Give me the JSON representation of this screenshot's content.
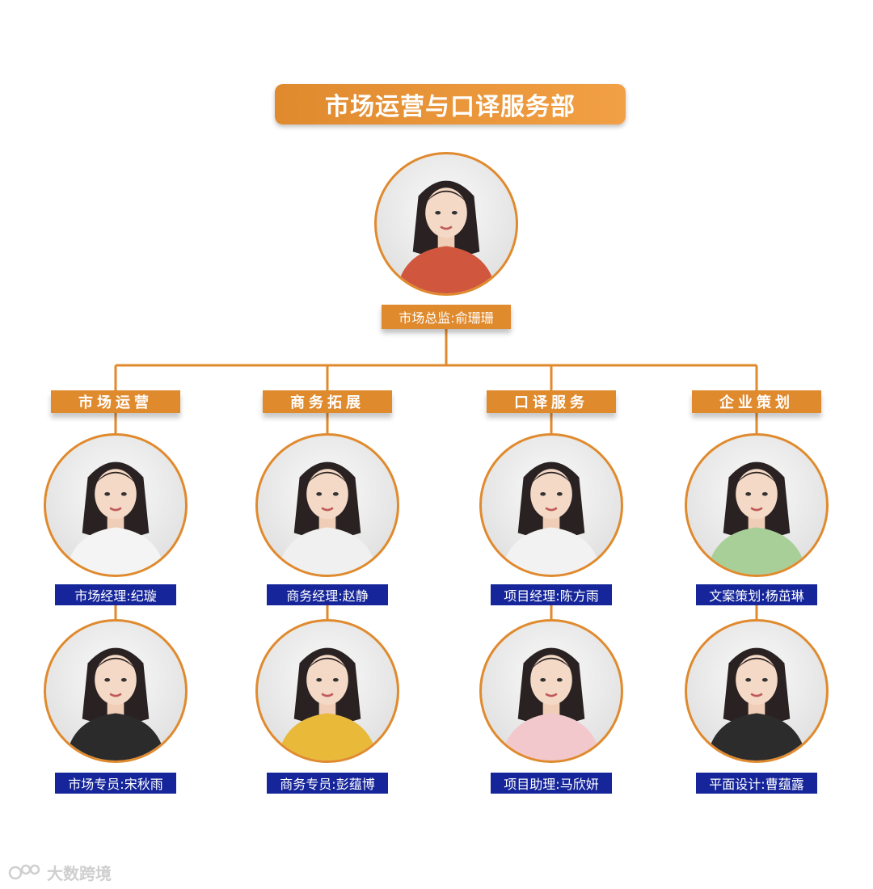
{
  "title": "市场运营与口译服务部",
  "director": {
    "label": "市场总监:俞珊珊"
  },
  "groups": [
    {
      "label": "市场运营",
      "members": [
        "市场经理:纪璇",
        "市场专员:宋秋雨"
      ]
    },
    {
      "label": "商务拓展",
      "members": [
        "商务经理:赵静",
        "商务专员:彭蕴博"
      ]
    },
    {
      "label": "口译服务",
      "members": [
        "项目经理:陈方雨",
        "项目助理:马欣妍"
      ]
    },
    {
      "label": "企业策划",
      "members": [
        "文案策划:杨茁琳",
        "平面设计:曹蕴露"
      ]
    }
  ],
  "watermark": "大数跨境",
  "colors": {
    "accent": "#e08a2e",
    "name_label": "#16269a",
    "line": "#e08a2e"
  }
}
